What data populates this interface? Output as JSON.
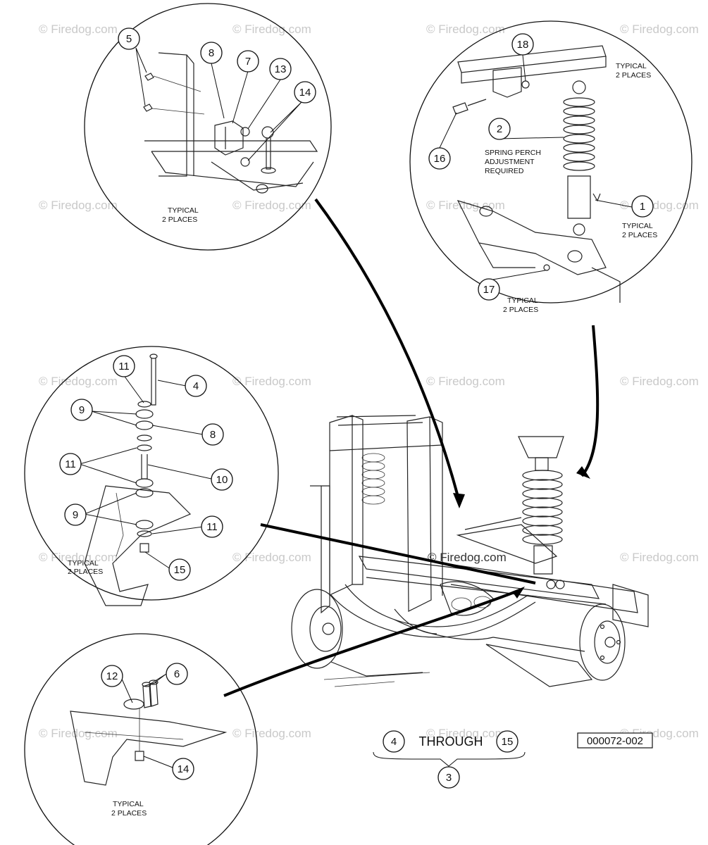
{
  "watermark": "© Firedog.com",
  "figure_number": "000072-002",
  "callouts": {
    "c1": "1",
    "c2": "2",
    "c3": "3",
    "c4a": "4",
    "c4b": "4",
    "c5": "5",
    "c6": "6",
    "c7": "7",
    "c8a": "8",
    "c8b": "8",
    "c9a": "9",
    "c9b": "9",
    "c10": "10",
    "c11a": "11",
    "c11b": "11",
    "c11c": "11",
    "c12": "12",
    "c13": "13",
    "c14a": "14",
    "c14b": "14",
    "c15a": "15",
    "c15b": "15",
    "c16": "16",
    "c17": "17",
    "c18": "18"
  },
  "notes": {
    "typical": "TYPICAL",
    "two_places": "2 PLACES",
    "spring_perch_line1": "SPRING PERCH",
    "spring_perch_line2": "ADJUSTMENT",
    "spring_perch_line3": "REQUIRED",
    "through": "THROUGH"
  },
  "colors": {
    "ink": "#111111",
    "watermark": "#c9c9c9",
    "background": "#ffffff"
  }
}
